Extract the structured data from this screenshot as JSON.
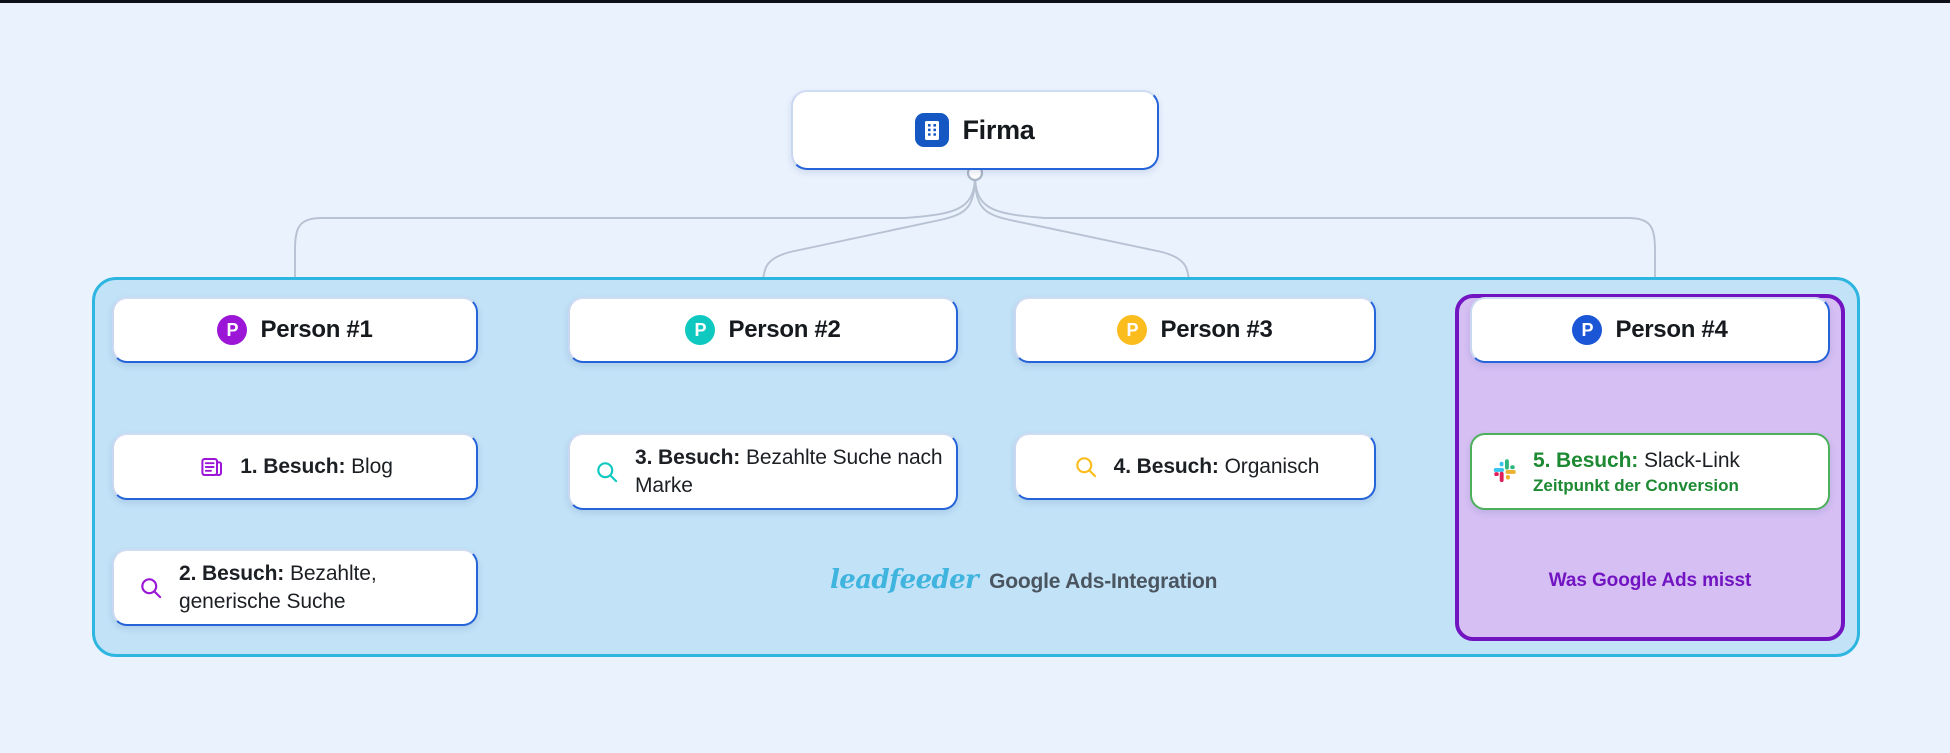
{
  "page": {
    "background_color": "#eaf2fd",
    "title": "Leadfeeder Google Ads-Integration Attributionsdiagramm"
  },
  "root": {
    "label": "Firma",
    "icon": "building-icon",
    "icon_color": "#1558c4"
  },
  "container": {
    "name": "google-ads-measured-area",
    "fill_color": "#c2e2f7",
    "border_color": "#2eb6e0"
  },
  "highlight_panel": {
    "caption": "Was Google Ads misst",
    "fill_color": "#d5bff3",
    "border_color": "#7214c2",
    "text_color": "#7214c2"
  },
  "persons": [
    {
      "label": "Person #1",
      "badge": "P",
      "color": "#9b16d6"
    },
    {
      "label": "Person #2",
      "badge": "P",
      "color": "#0fc9c0"
    },
    {
      "label": "Person #3",
      "badge": "P",
      "color": "#fbbc1e"
    },
    {
      "label": "Person #4",
      "badge": "P",
      "color": "#1a56d6"
    }
  ],
  "visits": [
    {
      "prefix": "1. Besuch:",
      "value": " Blog",
      "icon": "article-icon",
      "icon_color": "#9b16d6",
      "subtitle": ""
    },
    {
      "prefix": "2. Besuch:",
      "value": " Bezahlte, generische Suche",
      "icon": "search-icon",
      "icon_color": "#9b16d6",
      "subtitle": ""
    },
    {
      "prefix": "3. Besuch:",
      "value": " Bezahlte Suche nach Marke",
      "icon": "search-icon",
      "icon_color": "#0fc9c0",
      "subtitle": ""
    },
    {
      "prefix": "4. Besuch:",
      "value": " Organisch",
      "icon": "search-icon",
      "icon_color": "#fbbc1e",
      "subtitle": ""
    },
    {
      "prefix": "5. Besuch:",
      "value": " Slack-Link",
      "icon": "slack-icon",
      "icon_color": "#2eb56c",
      "subtitle": "Zeitpunkt der Conversion"
    }
  ],
  "footer": {
    "logo_text": "leadfeeder",
    "logo_color": "#3eb4de",
    "caption": "Google Ads-Integration",
    "caption_color": "#4a5560"
  }
}
